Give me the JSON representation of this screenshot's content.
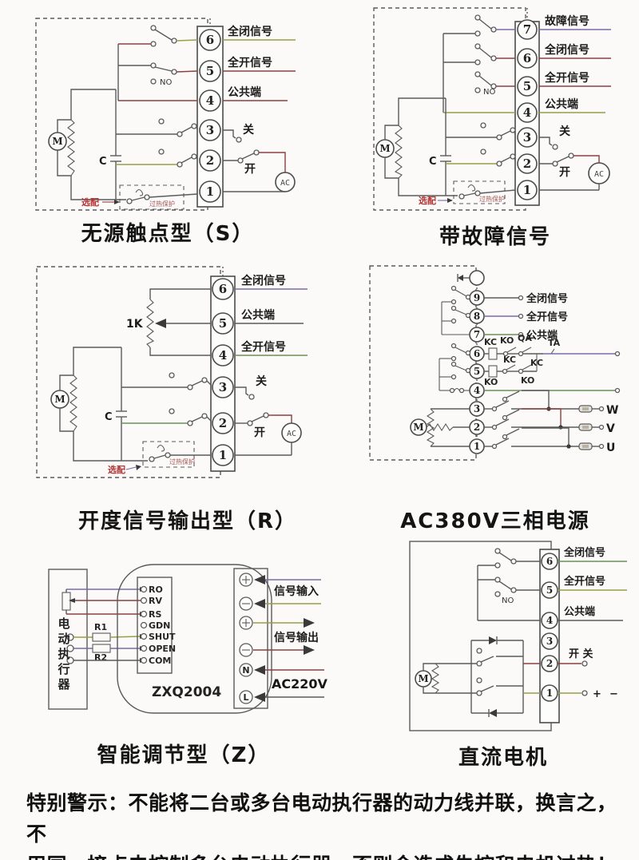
{
  "captions": {
    "d1": "无源触点型（S）",
    "d2": "带故障信号",
    "d3": "开度信号输出型（R）",
    "d4": "AC380V三相电源",
    "d5": "智能调节型（Z）",
    "d6": "直流电机"
  },
  "warning": {
    "line1": "特别警示：不能将二台或多台电动执行器的动力线并联，换言之，不",
    "line2": "用同一接点去控制多台电动执行器，否则会造成失控和电机过热！"
  },
  "common": {
    "motor": "M",
    "cap": "C",
    "no": "NO",
    "ac": "AC",
    "optional": "选配",
    "thermal": "过热保护",
    "close": "关",
    "open": "开",
    "sig_closed": "全闭信号",
    "sig_open": "全开信号",
    "common_term": "公共端",
    "fault": "故障信号"
  },
  "d1": {
    "nums": [
      "6",
      "5",
      "4",
      "3",
      "2",
      "1"
    ]
  },
  "d2": {
    "nums": [
      "7",
      "6",
      "5",
      "4",
      "3",
      "2",
      "1"
    ]
  },
  "d3": {
    "nums": [
      "6",
      "5",
      "4",
      "3",
      "2",
      "1"
    ],
    "pot": "1K"
  },
  "d4": {
    "nums": [
      "9",
      "8",
      "7",
      "6",
      "5",
      "4",
      "3",
      "2",
      "1"
    ],
    "kc": "KC",
    "ko": "KO",
    "qa": "QA",
    "ta": "TA",
    "w": "W",
    "v": "V",
    "u": "U"
  },
  "d5": {
    "device": "电动执行器",
    "module": "ZXQ2004",
    "r1": "R1",
    "r2": "R2",
    "ports": [
      "RO",
      "RV",
      "RS",
      "GDN",
      "SHUT",
      "OPEN",
      "COM"
    ],
    "n": "N",
    "l": "L",
    "sig_in": "信号输入",
    "sig_out": "信号输出",
    "ac220": "AC220V"
  },
  "d6": {
    "nums": [
      "6",
      "5",
      "4",
      "3",
      "2",
      "1"
    ],
    "open_close": "开  关",
    "plus": "+",
    "minus": "−"
  },
  "colors": {
    "wire": "#5a5a5a",
    "wire_red": "#8a4040",
    "wire_olive": "#97a045",
    "wire_purple": "#7a6aa8",
    "wire_green": "#6a9058",
    "optional_red": "#b03535",
    "text": "#1a1a1a"
  }
}
